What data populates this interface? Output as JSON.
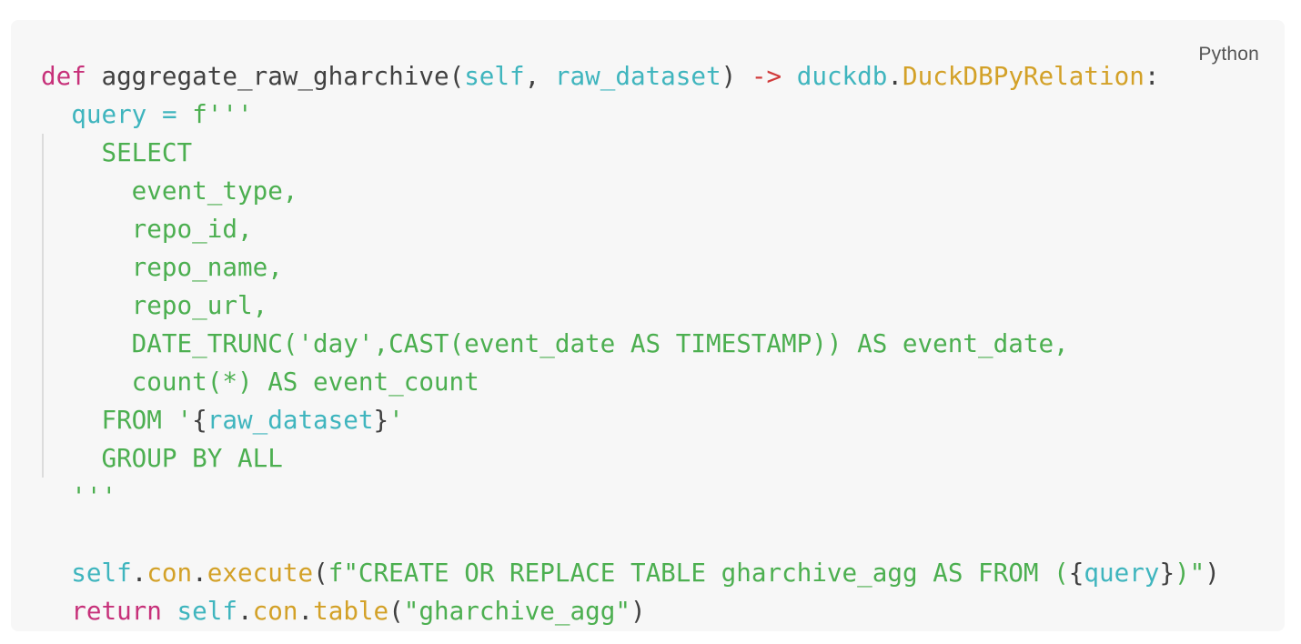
{
  "code_block": {
    "language": "Python",
    "lines": [
      {
        "tokens": [
          {
            "text": "def",
            "kind": "kw"
          },
          {
            "text": " aggregate_raw_gharchive",
            "kind": "fn"
          },
          {
            "text": "(",
            "kind": "punc"
          },
          {
            "text": "self",
            "kind": "id"
          },
          {
            "text": ", ",
            "kind": "punc"
          },
          {
            "text": "raw_dataset",
            "kind": "id"
          },
          {
            "text": ") ",
            "kind": "punc"
          },
          {
            "text": "->",
            "kind": "op"
          },
          {
            "text": " ",
            "kind": "punc"
          },
          {
            "text": "duckdb",
            "kind": "id"
          },
          {
            "text": ".",
            "kind": "punc"
          },
          {
            "text": "DuckDBPyRelation",
            "kind": "type"
          },
          {
            "text": ":",
            "kind": "punc"
          }
        ]
      },
      {
        "tokens": [
          {
            "text": "  ",
            "kind": "punc"
          },
          {
            "text": "query",
            "kind": "id"
          },
          {
            "text": " ",
            "kind": "punc"
          },
          {
            "text": "=",
            "kind": "id"
          },
          {
            "text": " ",
            "kind": "punc"
          },
          {
            "text": "f'''",
            "kind": "str"
          }
        ]
      },
      {
        "tokens": [
          {
            "text": "    SELECT",
            "kind": "str"
          }
        ]
      },
      {
        "tokens": [
          {
            "text": "      event_type,",
            "kind": "str"
          }
        ]
      },
      {
        "tokens": [
          {
            "text": "      repo_id,",
            "kind": "str"
          }
        ]
      },
      {
        "tokens": [
          {
            "text": "      repo_name,",
            "kind": "str"
          }
        ]
      },
      {
        "tokens": [
          {
            "text": "      repo_url,",
            "kind": "str"
          }
        ]
      },
      {
        "tokens": [
          {
            "text": "      DATE_TRUNC('day',CAST(event_date AS TIMESTAMP)) AS event_date,",
            "kind": "str"
          }
        ]
      },
      {
        "tokens": [
          {
            "text": "      count(*) AS event_count",
            "kind": "str"
          }
        ]
      },
      {
        "tokens": [
          {
            "text": "    FROM '",
            "kind": "str"
          },
          {
            "text": "{",
            "kind": "punc"
          },
          {
            "text": "raw_dataset",
            "kind": "id"
          },
          {
            "text": "}",
            "kind": "punc"
          },
          {
            "text": "'",
            "kind": "str"
          }
        ]
      },
      {
        "tokens": [
          {
            "text": "    GROUP BY ALL",
            "kind": "str"
          }
        ]
      },
      {
        "tokens": [
          {
            "text": "  '''",
            "kind": "str"
          }
        ]
      },
      {
        "tokens": [
          {
            "text": "",
            "kind": "punc"
          }
        ]
      },
      {
        "tokens": [
          {
            "text": "  ",
            "kind": "punc"
          },
          {
            "text": "self",
            "kind": "id"
          },
          {
            "text": ".",
            "kind": "punc"
          },
          {
            "text": "con",
            "kind": "attr"
          },
          {
            "text": ".",
            "kind": "punc"
          },
          {
            "text": "execute",
            "kind": "attr"
          },
          {
            "text": "(",
            "kind": "punc"
          },
          {
            "text": "f\"CREATE OR REPLACE TABLE gharchive_agg AS FROM (",
            "kind": "str"
          },
          {
            "text": "{",
            "kind": "punc"
          },
          {
            "text": "query",
            "kind": "id"
          },
          {
            "text": "}",
            "kind": "punc"
          },
          {
            "text": ")\"",
            "kind": "str"
          },
          {
            "text": ")",
            "kind": "punc"
          }
        ]
      },
      {
        "tokens": [
          {
            "text": "  ",
            "kind": "punc"
          },
          {
            "text": "return",
            "kind": "kw"
          },
          {
            "text": " ",
            "kind": "punc"
          },
          {
            "text": "self",
            "kind": "id"
          },
          {
            "text": ".",
            "kind": "punc"
          },
          {
            "text": "con",
            "kind": "attr"
          },
          {
            "text": ".",
            "kind": "punc"
          },
          {
            "text": "table",
            "kind": "attr"
          },
          {
            "text": "(",
            "kind": "punc"
          },
          {
            "text": "\"gharchive_agg\"",
            "kind": "str"
          },
          {
            "text": ")",
            "kind": "punc"
          }
        ]
      }
    ]
  }
}
